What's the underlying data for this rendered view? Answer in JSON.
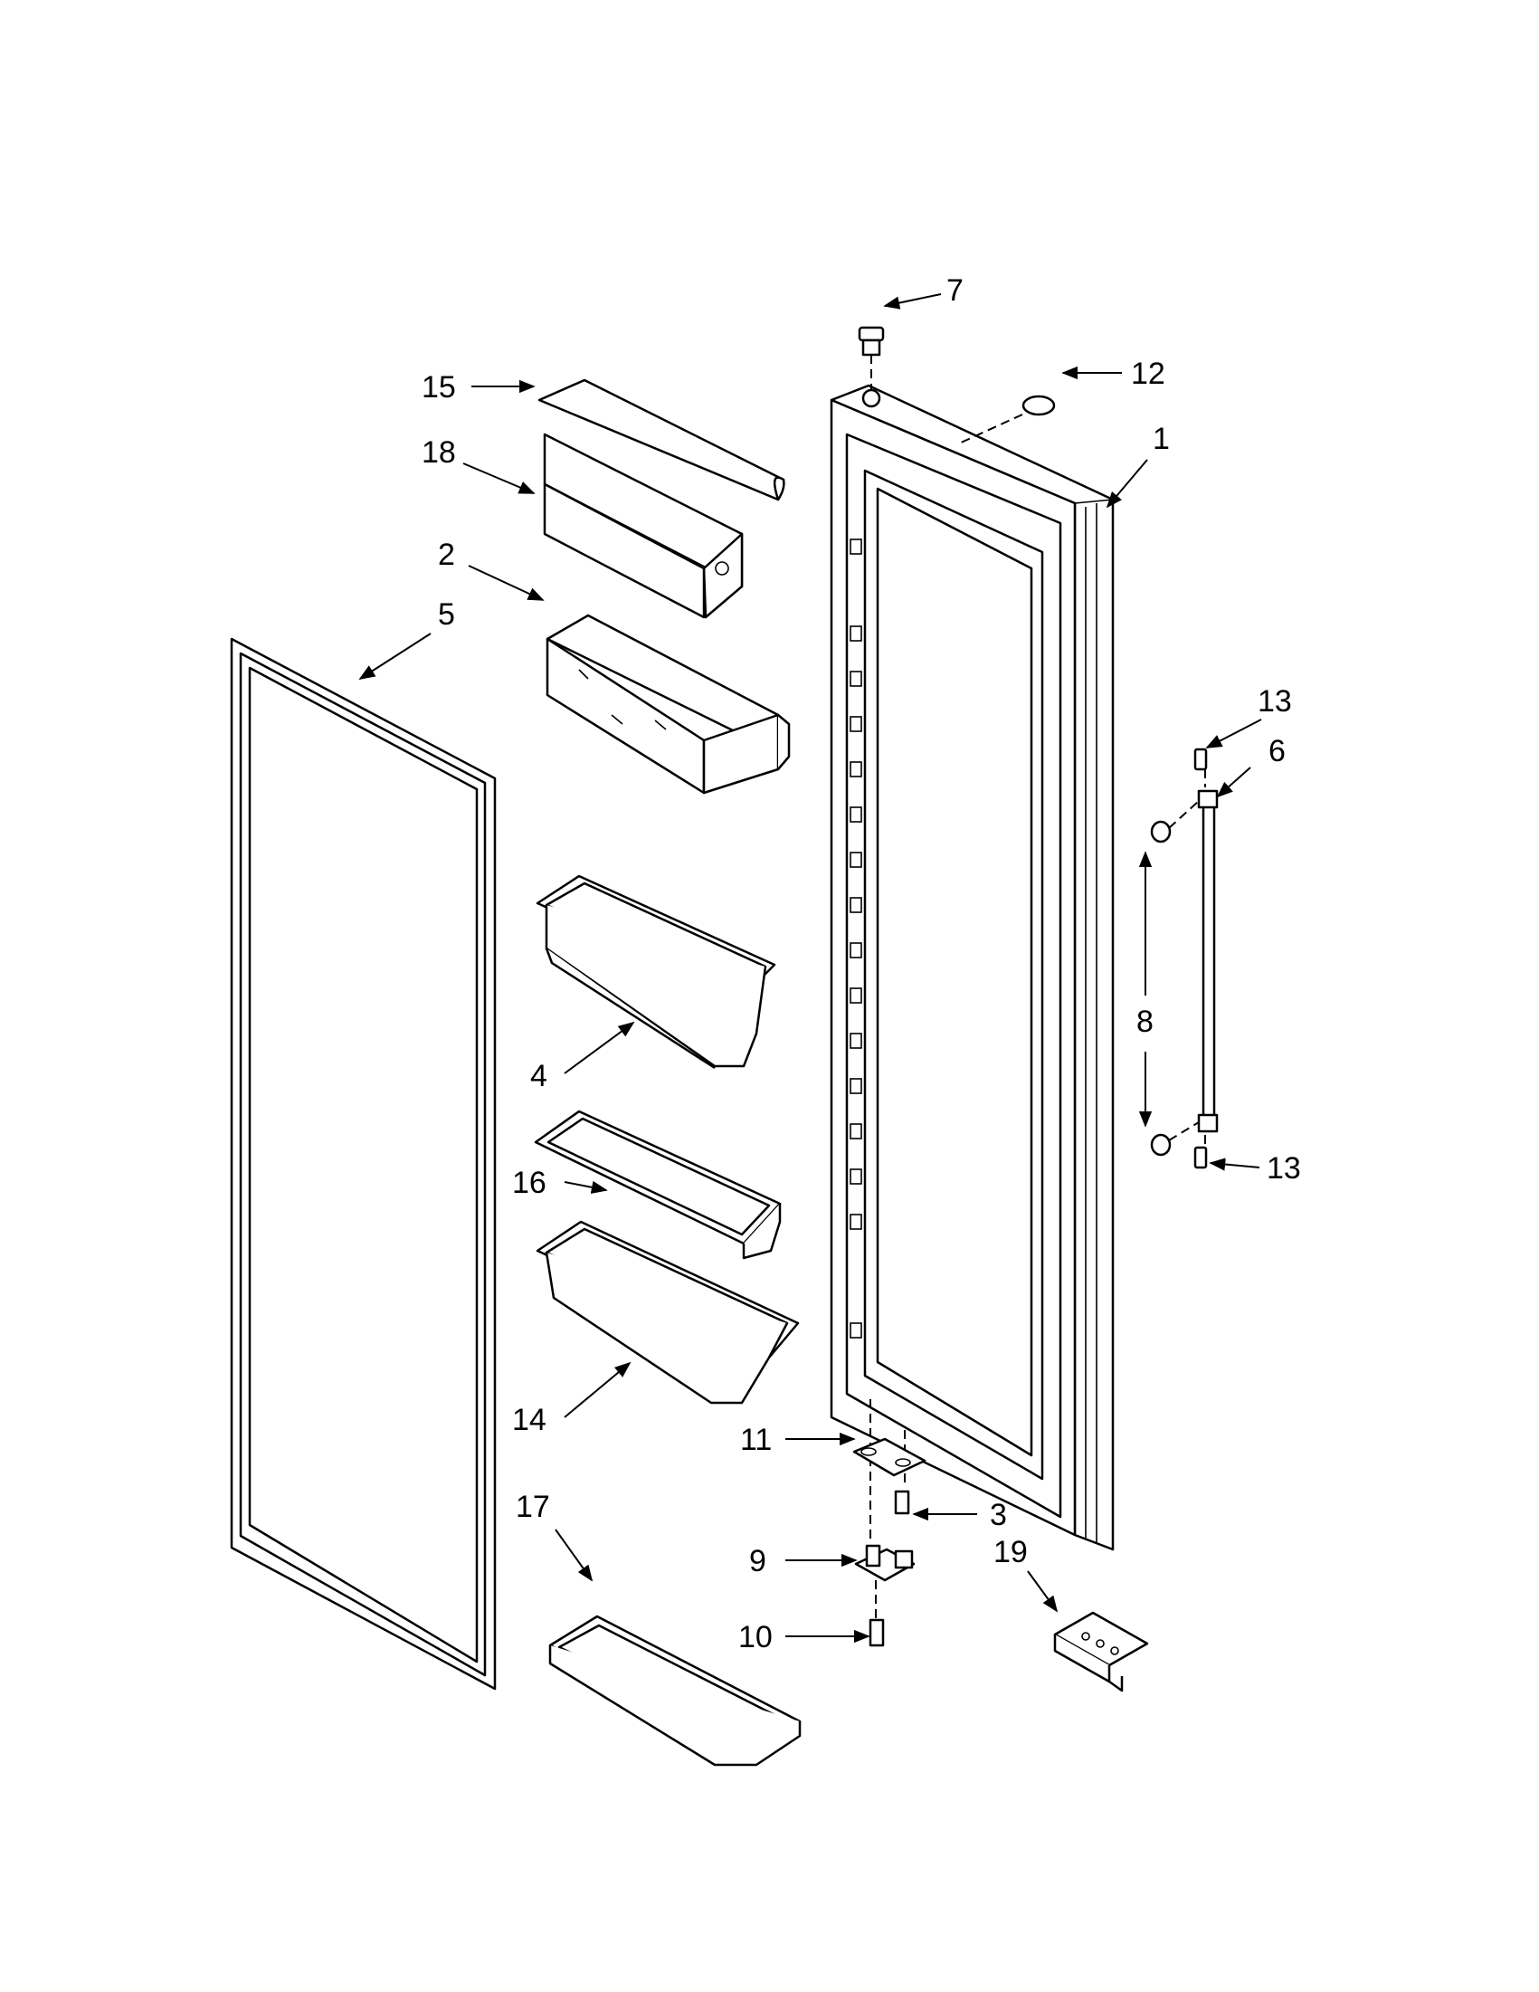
{
  "diagram": {
    "callouts": [
      {
        "id": "c1",
        "label": "1"
      },
      {
        "id": "c2",
        "label": "2"
      },
      {
        "id": "c3",
        "label": "3"
      },
      {
        "id": "c4",
        "label": "4"
      },
      {
        "id": "c5",
        "label": "5"
      },
      {
        "id": "c6",
        "label": "6"
      },
      {
        "id": "c7",
        "label": "7"
      },
      {
        "id": "c8",
        "label": "8"
      },
      {
        "id": "c9",
        "label": "9"
      },
      {
        "id": "c10",
        "label": "10"
      },
      {
        "id": "c11",
        "label": "11"
      },
      {
        "id": "c12",
        "label": "12"
      },
      {
        "id": "c13a",
        "label": "13"
      },
      {
        "id": "c13b",
        "label": "13"
      },
      {
        "id": "c14",
        "label": "14"
      },
      {
        "id": "c15",
        "label": "15"
      },
      {
        "id": "c16",
        "label": "16"
      },
      {
        "id": "c17",
        "label": "17"
      },
      {
        "id": "c18",
        "label": "18"
      },
      {
        "id": "c19",
        "label": "19"
      }
    ]
  }
}
